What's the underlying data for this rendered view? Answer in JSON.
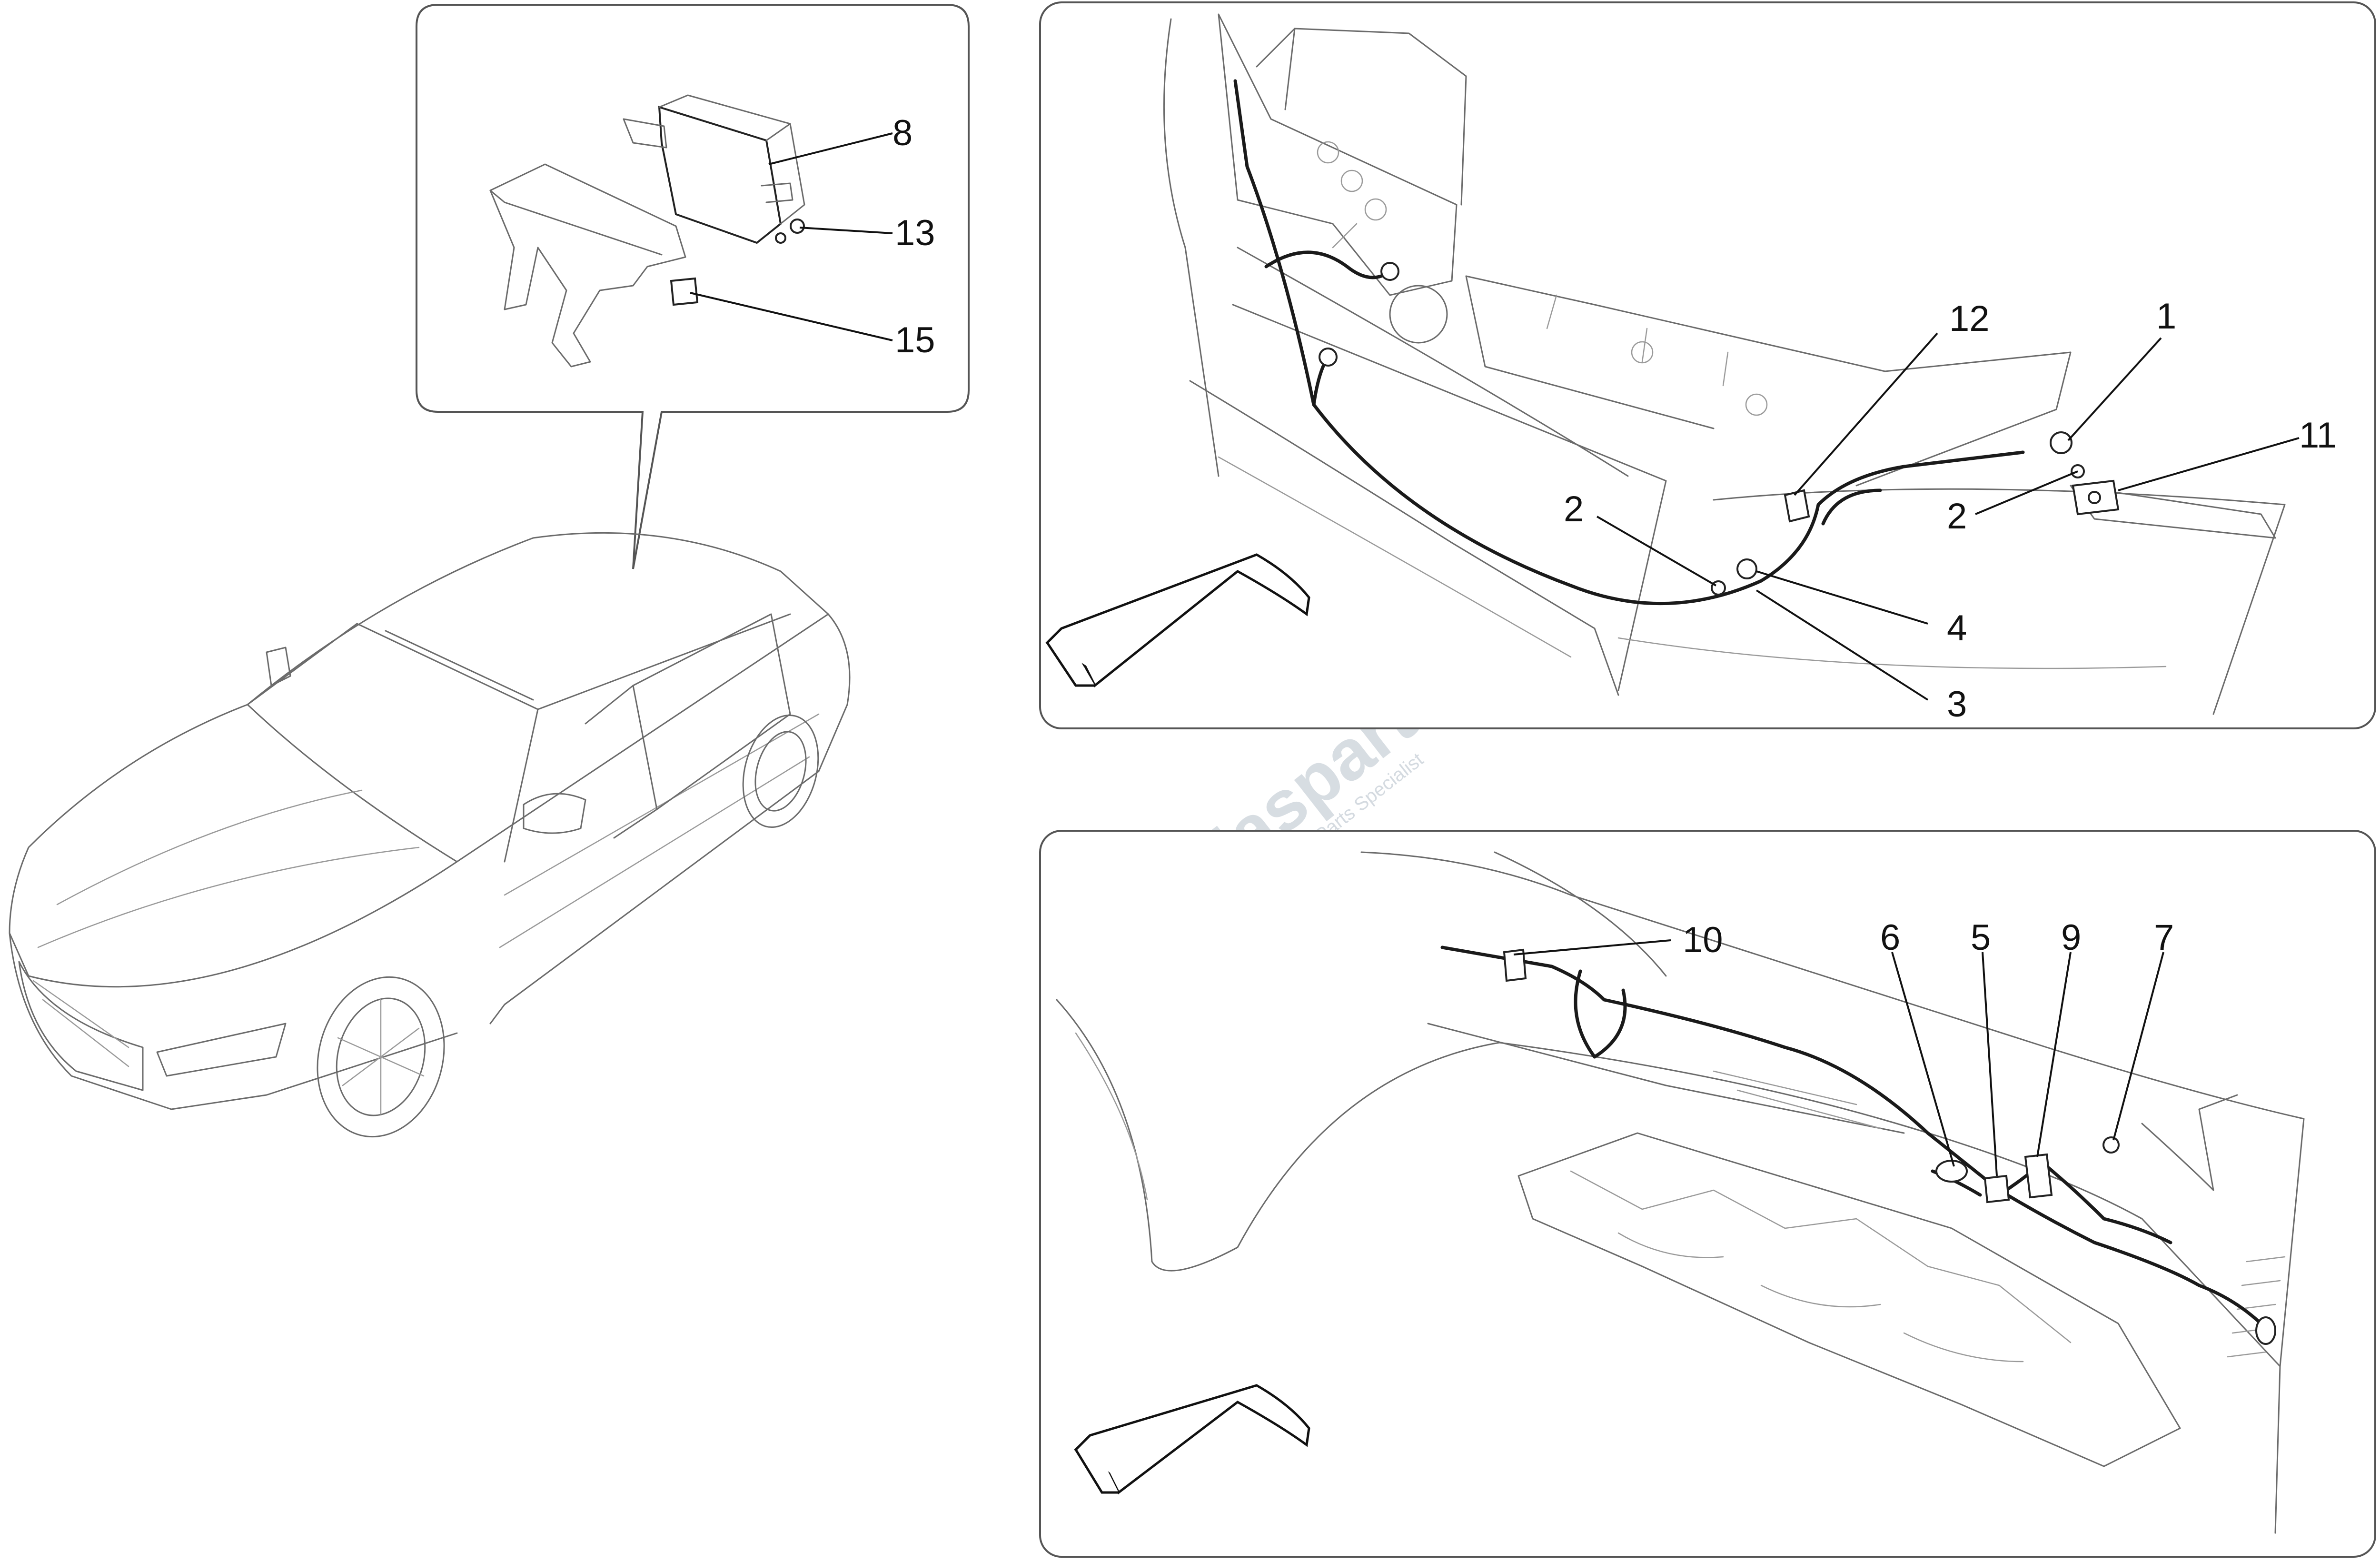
{
  "callouts": {
    "n1": "1",
    "n2": "2",
    "n3": "3",
    "n4": "4",
    "n5": "5",
    "n6": "6",
    "n7": "7",
    "n8": "8",
    "n9": "9",
    "n10": "10",
    "n11": "11",
    "n12": "12",
    "n13": "13",
    "n15": "15"
  },
  "watermark": {
    "brand": "Masparts",
    "tagline": "Exclusive Car Parts Specialist",
    "color": "#b8c2cc"
  }
}
